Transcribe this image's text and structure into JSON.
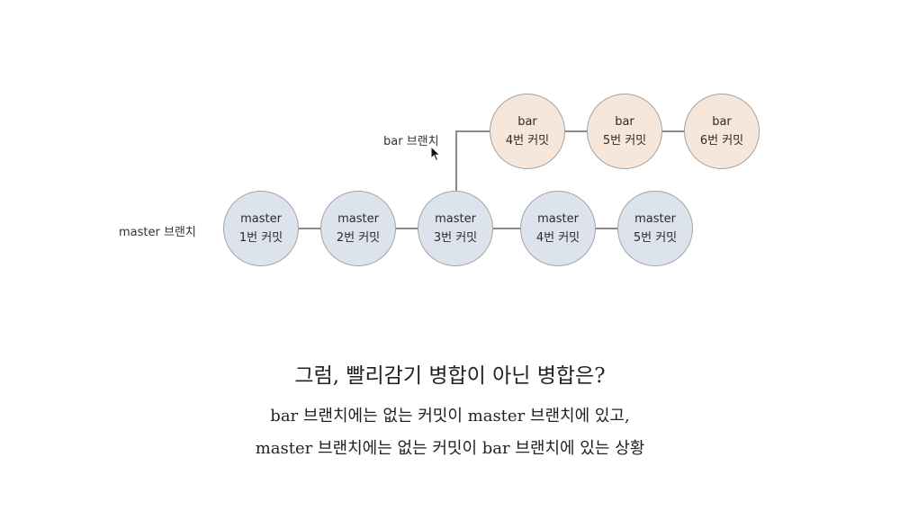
{
  "diagram": {
    "master_branch_label": "master 브랜치",
    "bar_branch_label": "bar 브랜치",
    "master_commits": [
      {
        "line1": "master",
        "line2": "1번 커밋"
      },
      {
        "line1": "master",
        "line2": "2번 커밋"
      },
      {
        "line1": "master",
        "line2": "3번 커밋"
      },
      {
        "line1": "master",
        "line2": "4번 커밋"
      },
      {
        "line1": "master",
        "line2": "5번 커밋"
      }
    ],
    "bar_commits": [
      {
        "line1": "bar",
        "line2": "4번 커밋"
      },
      {
        "line1": "bar",
        "line2": "5번 커밋"
      },
      {
        "line1": "bar",
        "line2": "6번 커밋"
      }
    ],
    "colors": {
      "master_fill": "#dde3ec",
      "bar_fill": "#f7e6da",
      "connector": "#8a8a8a"
    }
  },
  "caption": {
    "heading": "그럼, 빨리감기 병합이 아닌 병합은?",
    "line1": "bar 브랜치에는 없는 커밋이 master 브랜치에 있고,",
    "line2": "master 브랜치에는 없는 커밋이 bar 브랜치에 있는 상황"
  }
}
